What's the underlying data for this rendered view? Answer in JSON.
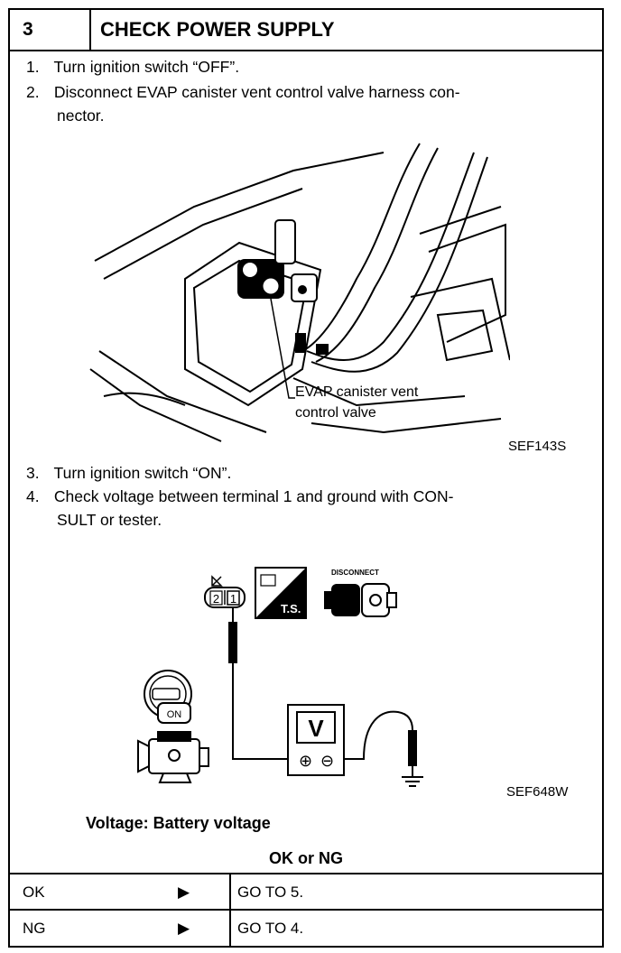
{
  "header": {
    "number": "3",
    "title": "CHECK POWER SUPPLY"
  },
  "steps": [
    {
      "num": "1.",
      "text": "Turn ignition switch “OFF”."
    },
    {
      "num": "2.",
      "text": "Disconnect EVAP canister vent control valve harness con-",
      "cont": "nector."
    },
    {
      "num": "3.",
      "text": "Turn ignition switch “ON”."
    },
    {
      "num": "4.",
      "text": "Check voltage between terminal 1 and ground with CON-",
      "cont": "SULT or tester."
    }
  ],
  "figure1": {
    "callout_line1": "EVAP canister vent",
    "callout_line2": "control valve",
    "code": "SEF143S"
  },
  "figure2": {
    "connector_pins": [
      "2",
      "1"
    ],
    "ts_label": "T.S.",
    "disconnect_label": "DISCONNECT",
    "key_label": "ON",
    "meter_label": "V",
    "plus_symbol": "⊕",
    "minus_symbol": "⊖",
    "code": "SEF648W"
  },
  "voltage": "Voltage: Battery voltage",
  "ok_or_ng": "OK or NG",
  "results": [
    {
      "label": "OK",
      "arrow": "▶",
      "action": "GO TO 5."
    },
    {
      "label": "NG",
      "arrow": "▶",
      "action": "GO TO 4."
    }
  ],
  "icons": [
    "ts-icon",
    "disconnect-icon",
    "ignition-key-icon",
    "engine-icon",
    "voltmeter-icon",
    "ground-icon"
  ]
}
